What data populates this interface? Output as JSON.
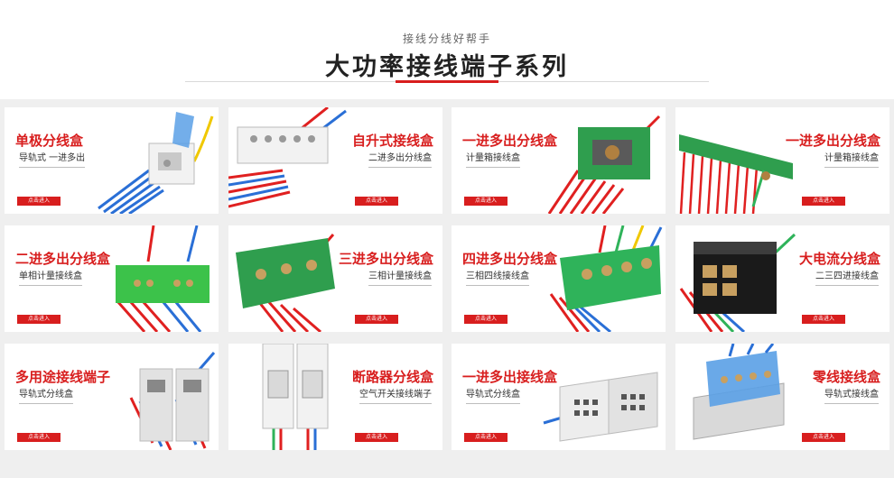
{
  "header": {
    "subtitle": "接线分线好帮手",
    "title": "大功率接线端子系列"
  },
  "cards": [
    {
      "title": "单极分线盒",
      "desc": "导轨式 一进多出",
      "button": "点击进入"
    },
    {
      "title": "自升式接线盒",
      "desc": "二进多出分线盒",
      "button": "点击进入"
    },
    {
      "title": "一进多出分线盒",
      "desc": "计量箱接线盒",
      "button": "点击进入"
    },
    {
      "title": "一进多出分线盒",
      "desc": "计量箱接线盒",
      "button": "点击进入"
    },
    {
      "title": "二进多出分线盒",
      "desc": "单相计量接线盒",
      "button": "点击进入"
    },
    {
      "title": "三进多出分线盒",
      "desc": "三相计量接线盒",
      "button": "点击进入"
    },
    {
      "title": "四进多出分线盒",
      "desc": "三相四线接线盒",
      "button": "点击进入"
    },
    {
      "title": "大电流分线盒",
      "desc": "二三四进接线盒",
      "button": "点击进入"
    },
    {
      "title": "多用途接线端子",
      "desc": "导轨式分线盒",
      "button": "点击进入"
    },
    {
      "title": "断路器分线盒",
      "desc": "空气开关接线端子",
      "button": "点击进入"
    },
    {
      "title": "一进多出接线盒",
      "desc": "导轨式分线盒",
      "button": "点击进入"
    },
    {
      "title": "零线接线盒",
      "desc": "导轨式接线盒",
      "button": "点击进入"
    }
  ],
  "colors": {
    "accent": "#d81e1e",
    "wire_red": "#e02020",
    "wire_blue": "#2a6fd6",
    "wire_yellow": "#f0c800",
    "wire_green": "#2fb35a",
    "box_green": "#2f9e4e",
    "box_bright_green": "#3cc24a",
    "box_black": "#1a1a1a",
    "box_white": "#f2f2f2",
    "box_grey": "#d9d9d9",
    "box_blue": "#5aa0e6"
  }
}
